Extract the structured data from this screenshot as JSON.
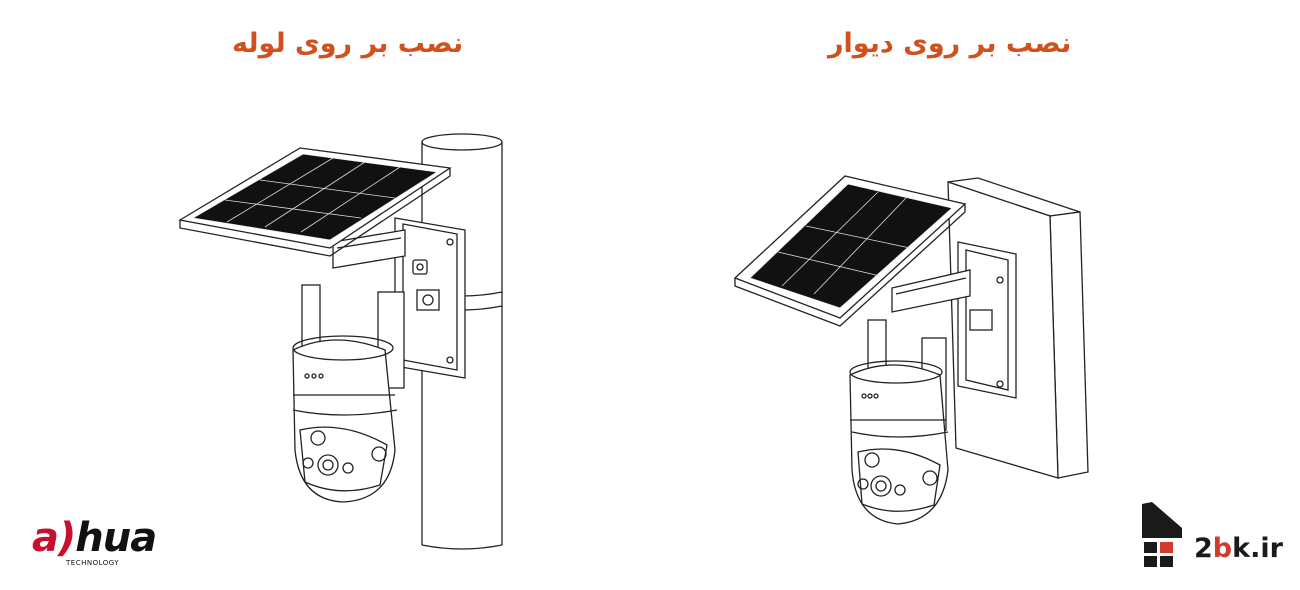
{
  "titles": {
    "pipe_mount": "نصب بر روی لوله",
    "wall_mount": "نصب  بر روی دیوار"
  },
  "colors": {
    "title": "#d2501c",
    "line_art": "#222222",
    "dahua_accent": "#c8102e",
    "bk_red": "#d23b2b",
    "bk_dark": "#1a1a1a"
  },
  "logos": {
    "dahua": {
      "text_main": "a)hua",
      "accent_part": "a)",
      "rest": "hua",
      "subtitle": "TECHNOLOGY"
    },
    "site": {
      "prefix": "2",
      "accent": "b",
      "suffix": "k.ir"
    }
  },
  "icons": [
    "solar-panel-icon",
    "pipe-icon",
    "wall-icon",
    "ptz-camera-icon",
    "house-icon"
  ]
}
